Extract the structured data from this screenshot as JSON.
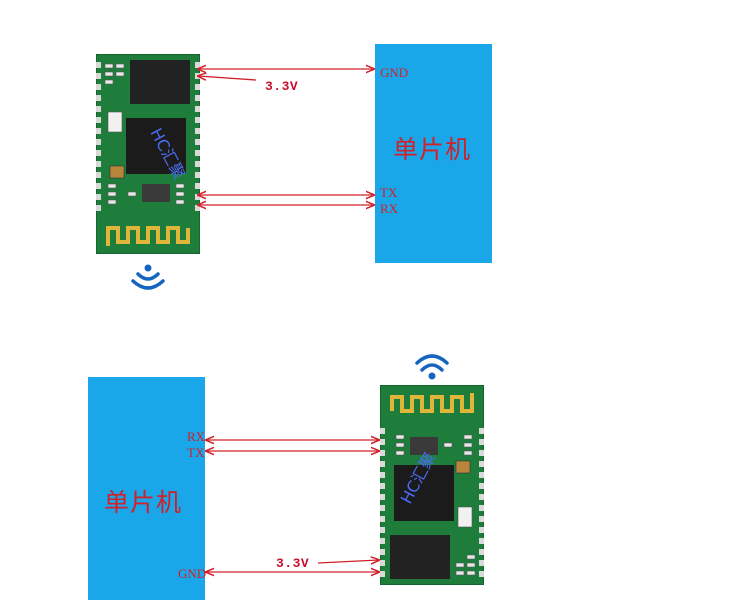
{
  "diagram": {
    "top": {
      "mcu_label": "单片机",
      "pins": [
        "GND",
        "TX",
        "RX"
      ],
      "power_label": "3.3V"
    },
    "bottom": {
      "mcu_label": "单片机",
      "pins": [
        "RX",
        "TX",
        "GND"
      ],
      "power_label": "3.3V"
    },
    "board_watermark": "HC汇聚",
    "colors": {
      "mcu": "#1aa7ea",
      "wire": "#d0202a",
      "pcb": "#1f7d3c",
      "antenna": "#e0b63a",
      "wifi": "#1565c0"
    }
  }
}
